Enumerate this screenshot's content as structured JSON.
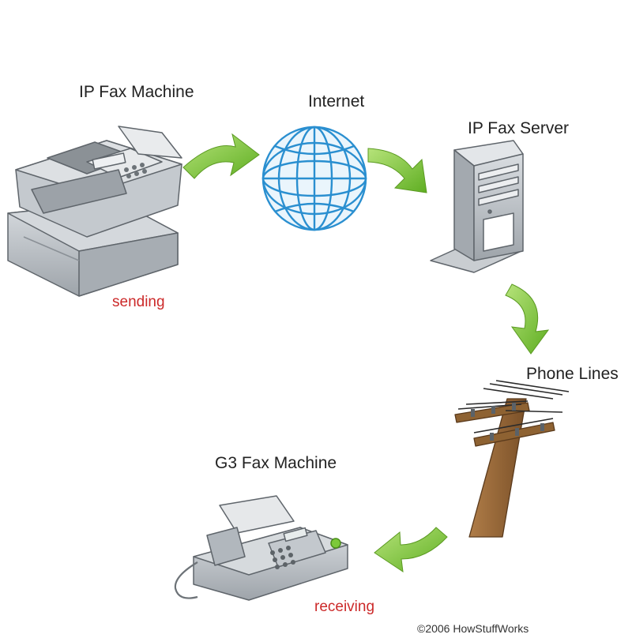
{
  "labels": {
    "ip_fax_machine": "IP Fax Machine",
    "internet": "Internet",
    "ip_fax_server": "IP Fax Server",
    "phone_lines": "Phone Lines",
    "g3_fax_machine": "G3 Fax Machine",
    "sending": "sending",
    "receiving": "receiving",
    "copyright": "©2006 HowStuffWorks"
  },
  "colors": {
    "arrow_green": "#7cc93a",
    "globe_blue": "#2a8fd0",
    "status_red": "#cc2a2a",
    "pole_brown": "#9a6b3c",
    "machine_gray": "#b9bec4"
  },
  "nodes": [
    {
      "id": "ip-fax-machine",
      "icon": "fax-printer-icon"
    },
    {
      "id": "internet",
      "icon": "globe-icon"
    },
    {
      "id": "ip-fax-server",
      "icon": "server-tower-icon"
    },
    {
      "id": "phone-lines",
      "icon": "utility-pole-icon"
    },
    {
      "id": "g3-fax-machine",
      "icon": "desk-fax-icon"
    }
  ]
}
